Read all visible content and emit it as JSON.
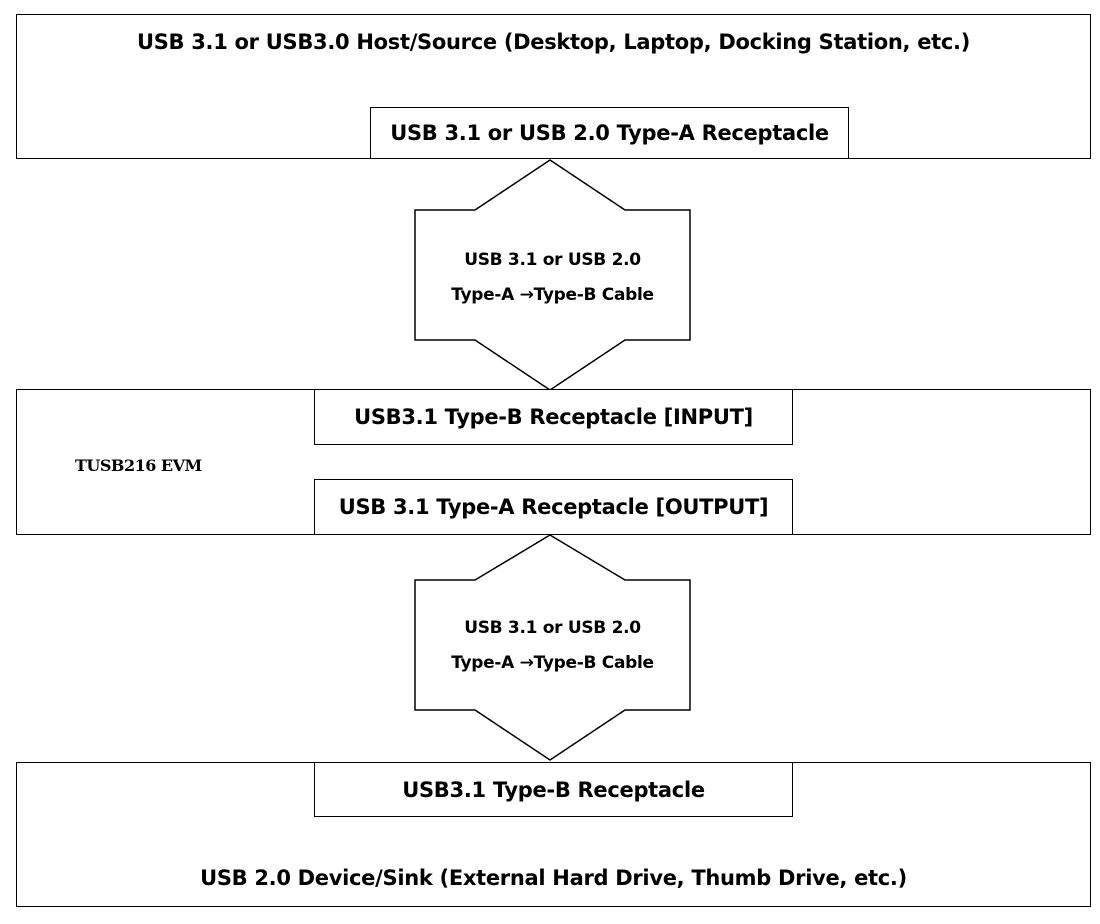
{
  "host": {
    "title": "USB 3.1 or USB3.0 Host/Source (Desktop, Laptop, Docking Station, etc.)",
    "receptacle": "USB 3.1 or USB 2.0 Type-A Receptacle"
  },
  "cable_top": {
    "line1": "USB 3.1 or USB 2.0",
    "line2": "Type-A →Type-B Cable"
  },
  "evm": {
    "name": "TUSB216 EVM",
    "input_receptacle": "USB3.1 Type-B Receptacle [INPUT]",
    "output_receptacle": "USB 3.1 Type-A Receptacle [OUTPUT]"
  },
  "cable_bottom": {
    "line1": "USB 3.1 or USB 2.0",
    "line2": "Type-A →Type-B Cable"
  },
  "device": {
    "receptacle": "USB3.1 Type-B Receptacle",
    "title": "USB 2.0 Device/Sink (External Hard Drive, Thumb Drive, etc.)"
  }
}
